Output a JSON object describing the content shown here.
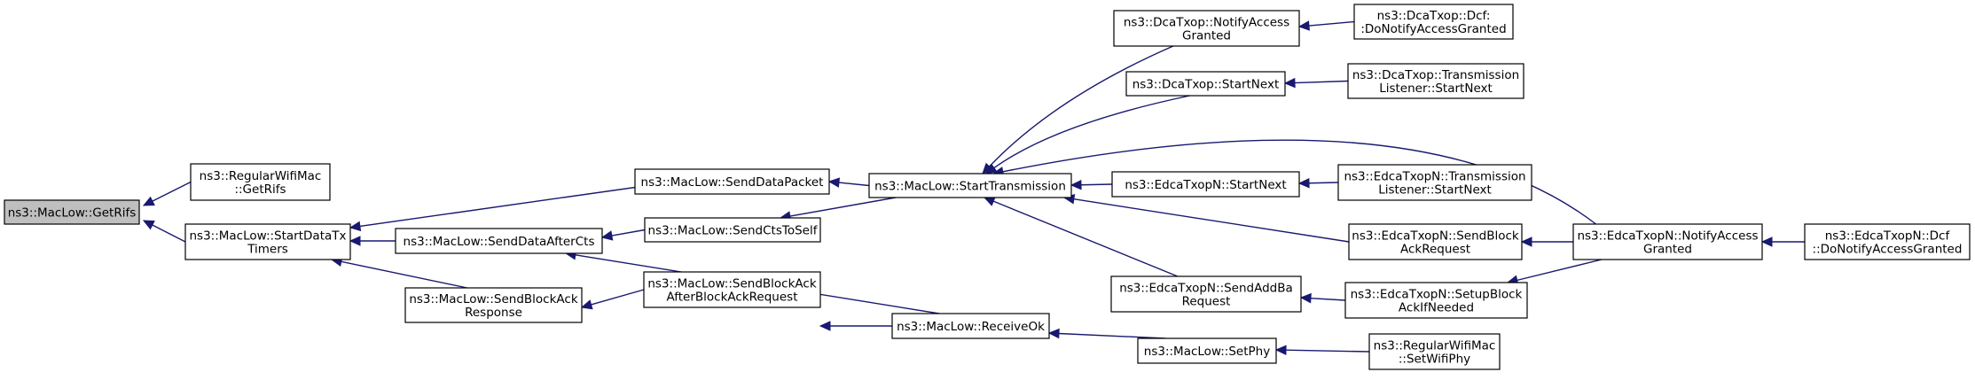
{
  "colors": {
    "edge": "#191970",
    "root_fill": "#bfbfbf",
    "node_fill": "#ffffff",
    "border": "#000000"
  },
  "nodes": {
    "getrifs": [
      "ns3::MacLow::GetRifs"
    ],
    "regularwifimac_getrifs": [
      "ns3::RegularWifiMac",
      "::GetRifs"
    ],
    "startdatatxtimers": [
      "ns3::MacLow::StartDataTx",
      "Timers"
    ],
    "senddataafterCts": [
      "ns3::MacLow::SendDataAfterCts"
    ],
    "sendblockackresponse": [
      "ns3::MacLow::SendBlockAck",
      "Response"
    ],
    "senddatapacket": [
      "ns3::MacLow::SendDataPacket"
    ],
    "sendctstoself": [
      "ns3::MacLow::SendCtsToSelf"
    ],
    "sendblockackafterblockackrequest": [
      "ns3::MacLow::SendBlockAck",
      "AfterBlockAckRequest"
    ],
    "starttransmission": [
      "ns3::MacLow::StartTransmission"
    ],
    "receiveok": [
      "ns3::MacLow::ReceiveOk"
    ],
    "dcatxop_notifyaccessgranted": [
      "ns3::DcaTxop::NotifyAccess",
      "Granted"
    ],
    "dcatxop_startnext": [
      "ns3::DcaTxop::StartNext"
    ],
    "edcatxopn_startnext": [
      "ns3::EdcaTxopN::StartNext"
    ],
    "edcatxopn_sendaddbarequest": [
      "ns3::EdcaTxopN::SendAddBa",
      "Request"
    ],
    "setphy": [
      "ns3::MacLow::SetPhy"
    ],
    "dcf_donotifyaccessgranted": [
      "ns3::DcaTxop::Dcf:",
      ":DoNotifyAccessGranted"
    ],
    "dcatxop_transmissionlistener_startnext": [
      "ns3::DcaTxop::Transmission",
      "Listener::StartNext"
    ],
    "edcatxopn_transmissionlistener_startnext": [
      "ns3::EdcaTxopN::Transmission",
      "Listener::StartNext"
    ],
    "edcatxopn_sendblockackrequest": [
      "ns3::EdcaTxopN::SendBlock",
      "AckRequest"
    ],
    "edcatxopn_setupblockackifneeded": [
      "ns3::EdcaTxopN::SetupBlock",
      "AckIfNeeded"
    ],
    "regularwifimac_setwifiphy": [
      "ns3::RegularWifiMac",
      "::SetWifiPhy"
    ],
    "edcatxopn_notifyaccessgranted": [
      "ns3::EdcaTxopN::NotifyAccess",
      "Granted"
    ],
    "edcatxopn_dcf_donotifyaccessgranted": [
      "ns3::EdcaTxopN::Dcf",
      "::DoNotifyAccessGranted"
    ]
  }
}
